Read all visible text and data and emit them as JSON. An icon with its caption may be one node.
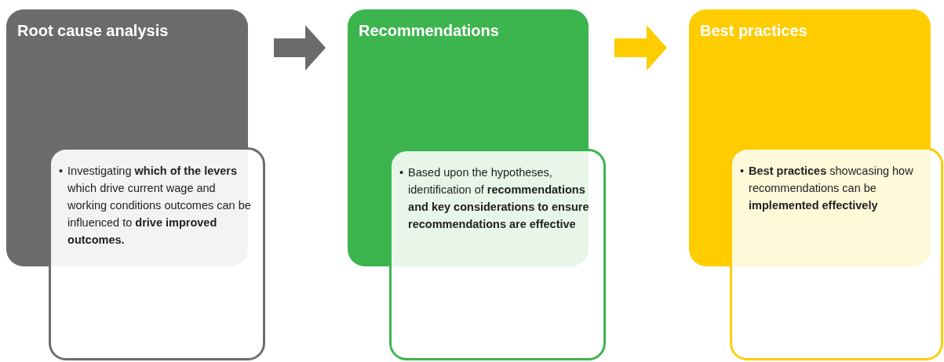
{
  "diagram": {
    "nodes": [
      {
        "text": [
          "Root cause analysis"
        ]
      },
      {
        "text": [
          "•",
          "Investigating **which of the levers** which drive current wage and working conditions outcomes can be influenced to **drive improved outcomes.**"
        ]
      },
      {
        "text": [
          "Recommendations"
        ]
      },
      {
        "text": [
          "•",
          "Based upon the hypotheses, identification of **recommendations and key considerations to ensure recommendations are effective**"
        ]
      },
      {
        "text": [
          "Best practices"
        ]
      },
      {
        "text": [
          "•",
          "**Best practices** showcasing how recommendations can be **implemented effectively**"
        ]
      }
    ],
    "edges": [
      {
        "from": 0,
        "to": 2,
        "arrow": "to",
        "color": "#6b6b6e"
      },
      {
        "from": 2,
        "to": 4,
        "arrow": "to",
        "color": "#ffcc00"
      }
    ]
  }
}
